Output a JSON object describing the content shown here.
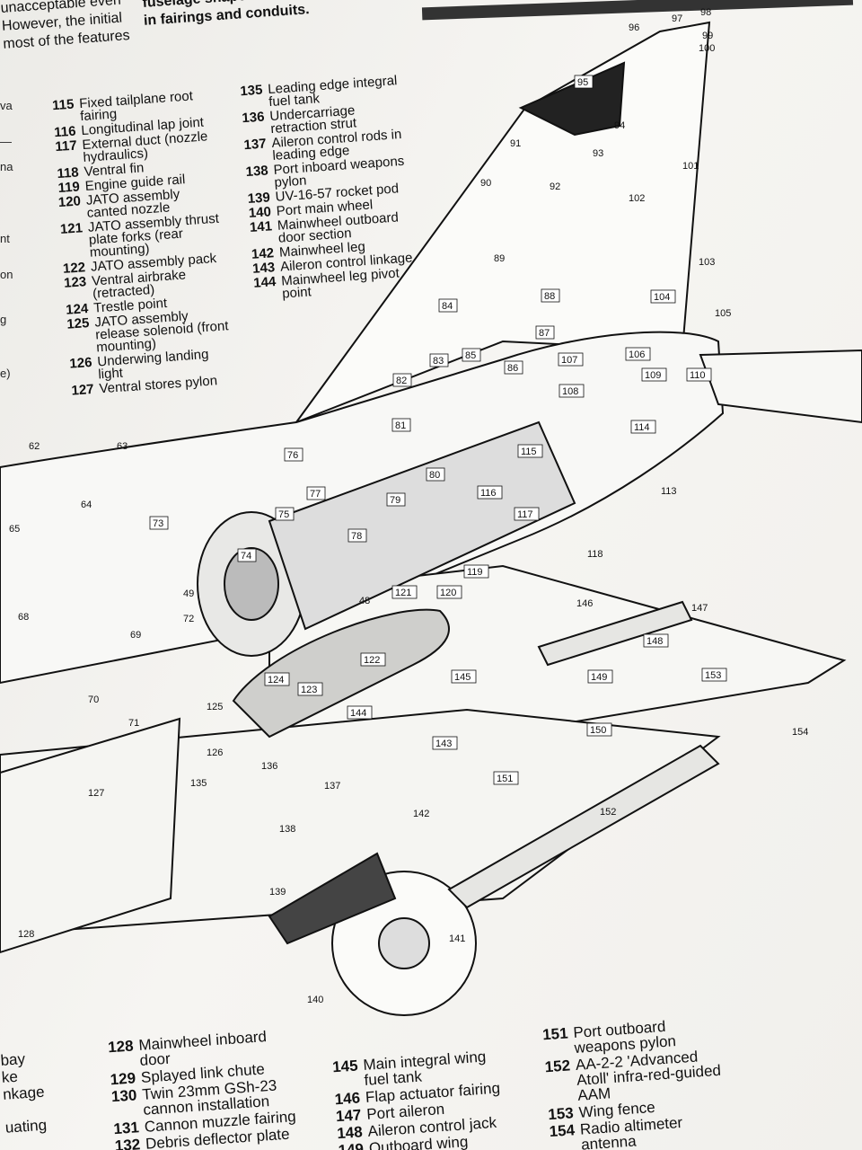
{
  "top_text": {
    "left_lines": [
      "unacceptable even",
      "However, the initial",
      "most of the features"
    ],
    "middle_lines": [
      "fuselage shape are accommodated",
      "in fairings and conduits."
    ]
  },
  "margin_fragments": [
    "va",
    "—",
    "na",
    "nt",
    "on",
    "g",
    "e)"
  ],
  "legend_top_left": [
    {
      "num": "115",
      "label": "Fixed tailplane root\nfairing"
    },
    {
      "num": "116",
      "label": "Longitudinal lap joint"
    },
    {
      "num": "117",
      "label": "External duct (nozzle\nhydraulics)"
    },
    {
      "num": "118",
      "label": "Ventral fin"
    },
    {
      "num": "119",
      "label": "Engine guide rail"
    },
    {
      "num": "120",
      "label": "JATO assembly\ncanted nozzle"
    },
    {
      "num": "121",
      "label": "JATO assembly thrust\nplate forks (rear\nmounting)"
    },
    {
      "num": "122",
      "label": "JATO assembly pack"
    },
    {
      "num": "123",
      "label": "Ventral airbrake\n(retracted)"
    },
    {
      "num": "124",
      "label": "Trestle point"
    },
    {
      "num": "125",
      "label": "JATO assembly\nrelease solenoid (front\nmounting)"
    },
    {
      "num": "126",
      "label": "Underwing landing\nlight"
    },
    {
      "num": "127",
      "label": "Ventral stores pylon"
    }
  ],
  "legend_top_right": [
    {
      "num": "135",
      "label": "Leading edge integral\nfuel tank"
    },
    {
      "num": "136",
      "label": "Undercarriage\nretraction strut"
    },
    {
      "num": "137",
      "label": "Aileron control rods in\nleading edge"
    },
    {
      "num": "138",
      "label": "Port inboard weapons\npylon"
    },
    {
      "num": "139",
      "label": "UV-16-57 rocket pod"
    },
    {
      "num": "140",
      "label": "Port main wheel"
    },
    {
      "num": "141",
      "label": "Mainwheel outboard\ndoor section"
    },
    {
      "num": "142",
      "label": "Mainwheel leg"
    },
    {
      "num": "143",
      "label": "Aileron control linkage"
    },
    {
      "num": "144",
      "label": "Mainwheel leg pivot\npoint"
    }
  ],
  "bottom_fragments": [
    "bay",
    "ke",
    "nkage",
    "uating"
  ],
  "legend_bottom_1": [
    {
      "num": "128",
      "label": "Mainwheel inboard\ndoor"
    },
    {
      "num": "129",
      "label": "Splayed link chute"
    },
    {
      "num": "130",
      "label": "Twin 23mm GSh-23\ncannon installation"
    },
    {
      "num": "131",
      "label": "Cannon muzzle fairing"
    },
    {
      "num": "132",
      "label": "Debris deflector plate"
    }
  ],
  "legend_bottom_2": [
    {
      "num": "145",
      "label": "Main integral wing\nfuel tank"
    },
    {
      "num": "146",
      "label": "Flap actuator fairing"
    },
    {
      "num": "147",
      "label": "Port aileron"
    },
    {
      "num": "148",
      "label": "Aileron control jack"
    },
    {
      "num": "149",
      "label": "Outboard wing"
    }
  ],
  "legend_bottom_3": [
    {
      "num": "151",
      "label": "Port outboard\nweapons pylon"
    },
    {
      "num": "152",
      "label": "AA-2-2 'Advanced\nAtoll' infra-red-guided\nAAM"
    },
    {
      "num": "153",
      "label": "Wing fence"
    },
    {
      "num": "154",
      "label": "Radio altimeter\nantenna"
    }
  ],
  "callouts": [
    "48",
    "49",
    "62",
    "63",
    "64",
    "65",
    "68",
    "69",
    "70",
    "71",
    "72",
    "73",
    "74",
    "75",
    "76",
    "77",
    "78",
    "79",
    "80",
    "81",
    "82",
    "83",
    "84",
    "85",
    "86",
    "87",
    "88",
    "89",
    "90",
    "91",
    "92",
    "93",
    "94",
    "95",
    "96",
    "97",
    "98",
    "99",
    "100",
    "101",
    "102",
    "103",
    "104",
    "105",
    "106",
    "107",
    "108",
    "109",
    "110",
    "113",
    "114",
    "115",
    "116",
    "117",
    "118",
    "119",
    "120",
    "121",
    "122",
    "123",
    "124",
    "125",
    "126",
    "127",
    "128",
    "135",
    "136",
    "137",
    "138",
    "139",
    "140",
    "141",
    "142",
    "143",
    "144",
    "145",
    "146",
    "147",
    "148",
    "149",
    "150",
    "151",
    "152",
    "153",
    "154"
  ],
  "colors": {
    "paper": "#f2f1ee",
    "ink": "#111111"
  }
}
